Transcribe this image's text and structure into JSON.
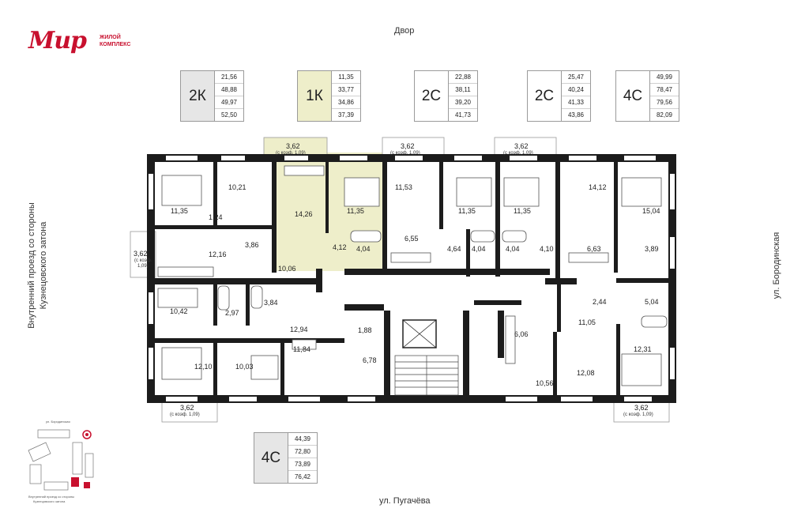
{
  "logo": {
    "wordmark": "Мир",
    "subtitle_line1": "ЖИЛОЙ",
    "subtitle_line2": "КОМПЛЕКС",
    "brand_color": "#c8102e"
  },
  "streets": {
    "top": "Двор",
    "bottom": "ул. Пугачёва",
    "right": "ул. Бородинская",
    "left_line1": "Внутренний проезд со стороны",
    "left_line2": "Кузнецовского затона"
  },
  "unit_types": [
    {
      "type": "2К",
      "areas": [
        "21,56",
        "48,88",
        "49,97",
        "52,50"
      ],
      "bg": "#e6e6e6"
    },
    {
      "type": "1К",
      "areas": [
        "11,35",
        "33,77",
        "34,86",
        "37,39"
      ],
      "bg": "#eeeeca"
    },
    {
      "type": "2С",
      "areas": [
        "22,88",
        "38,11",
        "39,20",
        "41,73"
      ],
      "bg": "#ffffff"
    },
    {
      "type": "2С",
      "areas": [
        "25,47",
        "40,24",
        "41,33",
        "43,86"
      ],
      "bg": "#ffffff"
    },
    {
      "type": "4С",
      "areas": [
        "49,99",
        "78,47",
        "79,56",
        "82,09"
      ],
      "bg": "#ffffff"
    },
    {
      "type": "4С",
      "areas": [
        "44,39",
        "72,80",
        "73,89",
        "76,42"
      ],
      "bg": "#ffffff"
    }
  ],
  "balconies": [
    {
      "area": "3,62",
      "coef": "(с коэф. 1,09)"
    },
    {
      "area": "3,62",
      "coef": "(с коэф. 1,09)"
    },
    {
      "area": "3,62",
      "coef": "(с коэф. 1,09)"
    },
    {
      "area": "3,62",
      "coef_line1": "(с коэф.",
      "coef_line2": "1,09)"
    },
    {
      "area": "3,62",
      "coef": "(с коэф. 1,09)"
    },
    {
      "area": "3,62",
      "coef": "(с коэф. 1,09)"
    }
  ],
  "room_areas": [
    "11,35",
    "10,21",
    "14,26",
    "11,35",
    "11,53",
    "11,35",
    "11,35",
    "14,12",
    "15,04",
    "1,24",
    "12,16",
    "3,86",
    "4,12",
    "4,04",
    "6,55",
    "4,64",
    "4,04",
    "4,04",
    "4,10",
    "6,63",
    "3,89",
    "10,06",
    "10,42",
    "2,97",
    "3,84",
    "2,44",
    "5,04",
    "12,94",
    "1,88",
    "11,05",
    "6,06",
    "12,31",
    "12,10",
    "10,03",
    "11,84",
    "6,78",
    "10,56",
    "12,08"
  ],
  "highlight_color": "#eeeeca",
  "minimap": {
    "street_top": "ул. Бородинская",
    "street_bottom_line1": "Внутренний проезд со стороны",
    "street_bottom_line2": "Кузнецовского затона",
    "accent_color": "#c8102e"
  }
}
